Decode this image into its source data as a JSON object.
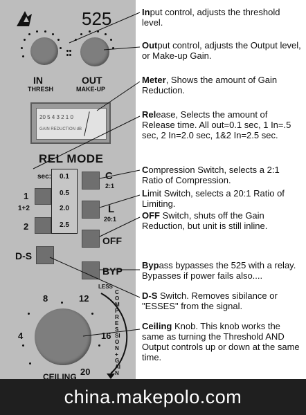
{
  "panel": {
    "model": "525",
    "in_label": "IN",
    "in_sub": "THRESH",
    "out_label": "OUT",
    "out_sub": "MAKE-UP",
    "meter_scale": "20 5 4 3 2 1 0",
    "meter_caption": "GAIN REDUCTION dB",
    "rel_mode": "REL MODE",
    "sec_label": "sec:",
    "rel_values": [
      "0.1",
      "0.5",
      "2.0",
      "2.5"
    ],
    "switch_labels": [
      "1",
      "1+2",
      "2"
    ],
    "c_label": "C",
    "c_ratio": "2:1",
    "l_label": "L",
    "l_ratio": "20:1",
    "off_label": "OFF",
    "byp_label": "BYP",
    "ds_label": "D-S",
    "less_label": "LESS",
    "arc_text": "COMPRESSION+GAIN",
    "ceiling_ticks": [
      "8",
      "12",
      "4",
      "16",
      "20"
    ],
    "ceiling_label": "CEILING"
  },
  "descriptions": [
    {
      "bold": "In",
      "rest": "put control, adjusts the threshold level."
    },
    {
      "bold": "Out",
      "rest": "put control, adjusts the Output level, or Make-up Gain."
    },
    {
      "bold": "Meter",
      "rest": ", Shows the amount of Gain Reduction."
    },
    {
      "bold": "Rel",
      "rest": "ease, Selects the amount of Release time. All out=0.1 sec, 1 In=.5 sec, 2 In=2.0 sec, 1&2 In=2.5 sec."
    },
    {
      "bold": "C",
      "rest": "ompression Switch, selects a 2:1 Ratio of Compression."
    },
    {
      "bold": "L",
      "rest": "imit Switch, selects a 20:1 Ratio of Limiting."
    },
    {
      "bold": "OFF",
      "rest": " Switch, shuts off the Gain Reduction, but unit is still inline."
    },
    {
      "bold": "Byp",
      "rest": "ass bypasses the 525 with a relay. Bypasses if power fails also...."
    },
    {
      "bold": "D-S",
      "rest": " Switch. Removes sibilance or \"ESSES\" from the signal."
    },
    {
      "bold": "Ceiling",
      "rest": " Knob. This knob works the same as turning the Threshold AND Output controls up or down at the same time."
    }
  ],
  "watermark": "china.makepolo.com"
}
